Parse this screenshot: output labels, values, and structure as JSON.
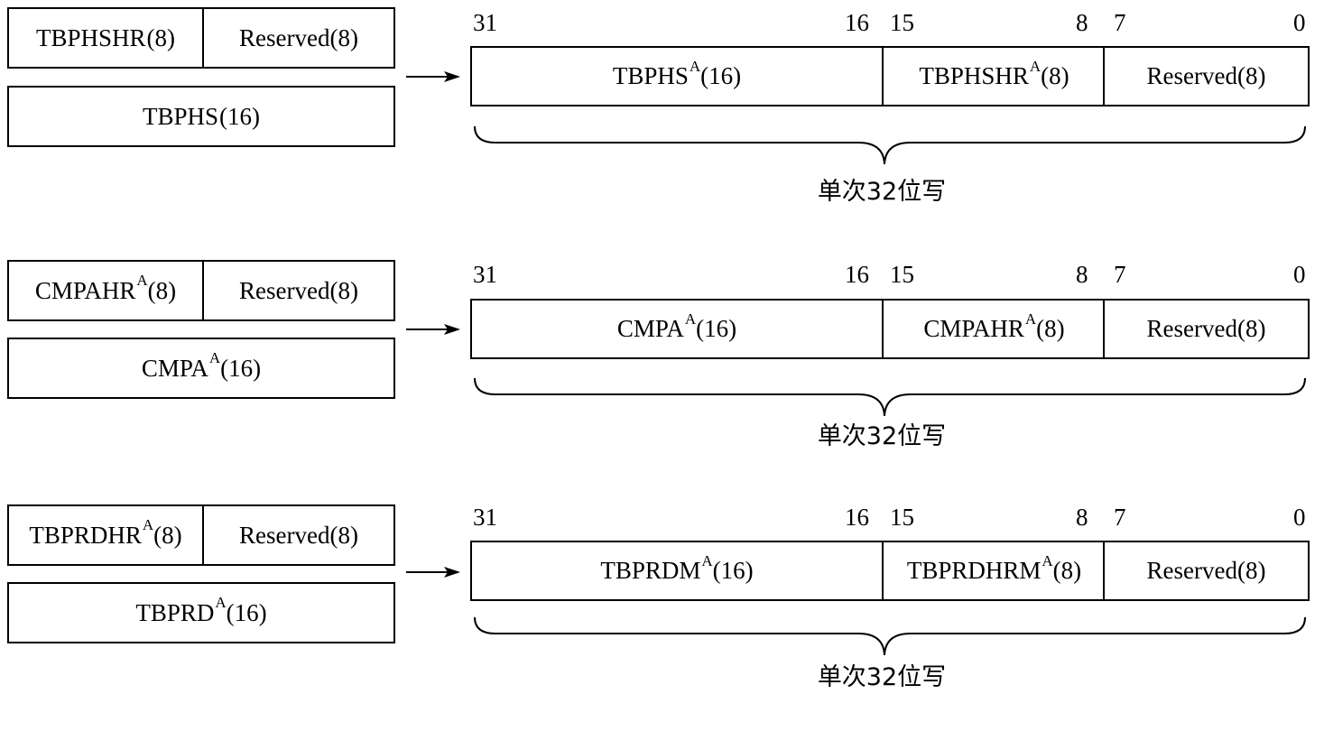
{
  "groups": [
    {
      "left_top": {
        "name": "TBPHSHR",
        "sup": "",
        "size": "(8)"
      },
      "left_top_reserved": "Reserved(8)",
      "left_bottom": {
        "name": "TBPHS",
        "sup": "",
        "size": "(16)"
      },
      "bits": [
        "31",
        "16",
        "15",
        "8",
        "7",
        "0"
      ],
      "reg_high": {
        "name": "TBPHS",
        "sup": "A",
        "size": "(16)"
      },
      "reg_mid": {
        "name": "TBPHSHR",
        "sup": "A",
        "size": "(8)"
      },
      "reg_low": "Reserved(8)",
      "caption": "单次32位写"
    },
    {
      "left_top": {
        "name": "CMPAHR",
        "sup": "A",
        "size": "(8)"
      },
      "left_top_reserved": "Reserved(8)",
      "left_bottom": {
        "name": "CMPA",
        "sup": "A",
        "size": "(16)"
      },
      "bits": [
        "31",
        "16",
        "15",
        "8",
        "7",
        "0"
      ],
      "reg_high": {
        "name": "CMPA",
        "sup": "A",
        "size": "(16)"
      },
      "reg_mid": {
        "name": "CMPAHR",
        "sup": "A",
        "size": "(8)"
      },
      "reg_low": "Reserved(8)",
      "caption": "单次32位写"
    },
    {
      "left_top": {
        "name": "TBPRDHR",
        "sup": "A",
        "size": "(8)"
      },
      "left_top_reserved": "Reserved(8)",
      "left_bottom": {
        "name": "TBPRD",
        "sup": "A",
        "size": "(16)"
      },
      "bits": [
        "31",
        "16",
        "15",
        "8",
        "7",
        "0"
      ],
      "reg_high": {
        "name": "TBPRDM",
        "sup": "A",
        "size": "(16)"
      },
      "reg_mid": {
        "name": "TBPRDHRM",
        "sup": "A",
        "size": "(8)"
      },
      "reg_low": "Reserved(8)",
      "caption": "单次32位写"
    }
  ]
}
